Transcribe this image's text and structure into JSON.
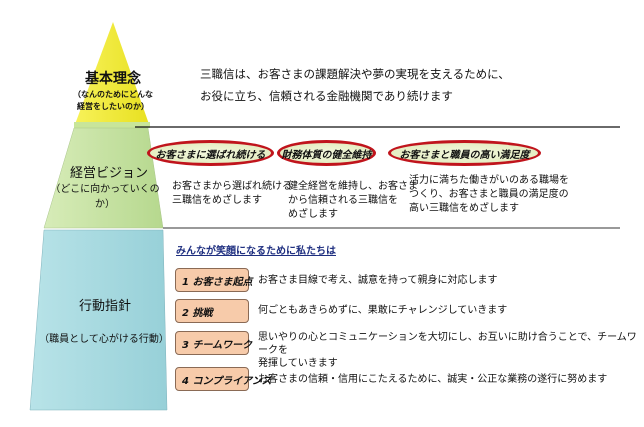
{
  "pyramid": {
    "top": {
      "title": "基本理念",
      "sub1": "（なんのためにどんな",
      "sub2": "経営をしたいのか）",
      "color": "#f5f03a"
    },
    "middle": {
      "title": "経営ビジョン",
      "sub": "（どこに向かっていくのか）",
      "color": "#c9e3a6"
    },
    "bottom": {
      "title": "行動指針",
      "sub": "（職員として心がける行動）",
      "color": "#a9dbe1"
    }
  },
  "philosophy": {
    "line1": "三職信は、お客さまの課題解決や夢の実現を支えるために、",
    "line2": "お役に立ち、信頼される金融機関であり続けます"
  },
  "vision": [
    {
      "label": "お客さまに選ばれ続ける",
      "desc": [
        "お客さまから選ばれ続ける",
        "三職信をめざします"
      ]
    },
    {
      "label": "財務体質の健全維持",
      "desc": [
        "健全経営を維持し、お客さま",
        "から信頼される三職信を",
        "めざします"
      ]
    },
    {
      "label": "お客さまと職員の高い満足度",
      "desc": [
        "活力に満ちた働きがいのある職場を",
        "つくり、お客さまと職員の満足度の",
        "高い三職信をめざします"
      ]
    }
  ],
  "actions": {
    "heading": "みんなが笑顔になるために私たちは",
    "items": [
      {
        "label": "1  お客さま起点",
        "desc": [
          "お客さま目線で考え、誠意を持って親身に対応します"
        ]
      },
      {
        "label": "2  挑戦",
        "desc": [
          "何ごともあきらめずに、果敢にチャレンジしていきます"
        ]
      },
      {
        "label": "3  チームワーク",
        "desc": [
          "思いやりの心とコミュニケーションを大切にし、お互いに助け合うことで、チームワークを",
          "発揮していきます"
        ]
      },
      {
        "label": "4  コンプライアンス",
        "desc": [
          "お客さまの信頼・信用にこたえるために、誠実・公正な業務の遂行に努めます"
        ]
      }
    ]
  }
}
